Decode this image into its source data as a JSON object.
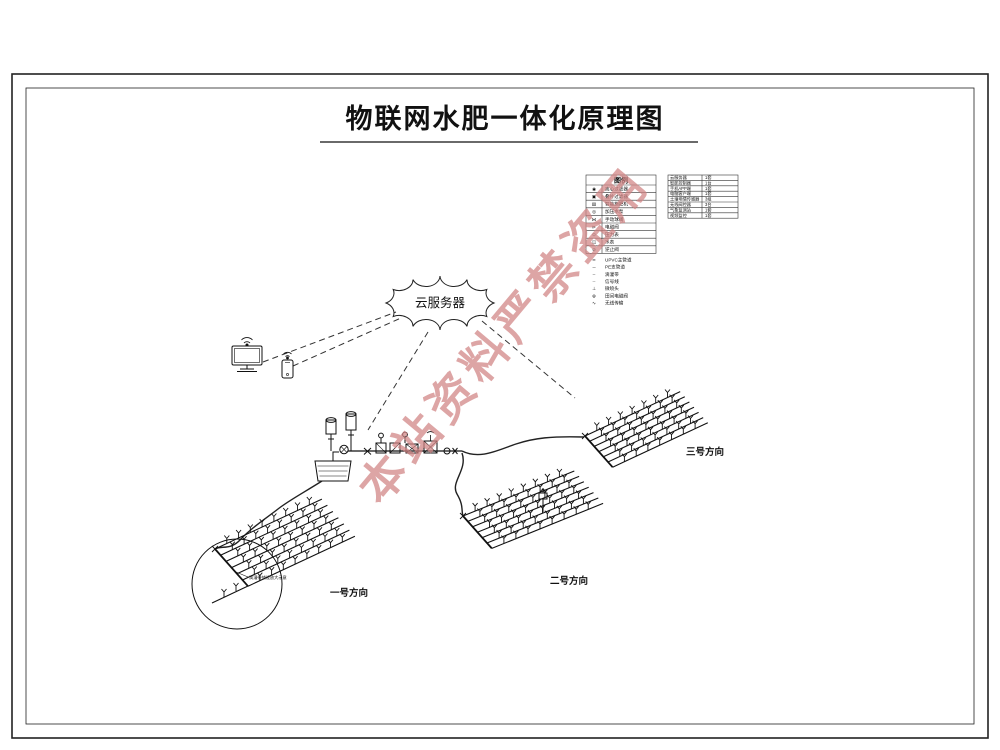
{
  "title": "物联网水肥一体化原理图",
  "watermark": "本站资料严禁盗用",
  "cloud": {
    "label": "云服务器"
  },
  "detail_note": "滴灌带铺设放大示意",
  "legend": {
    "title": "图例",
    "left_rows": [
      {
        "sym": "◉",
        "label": "离心过滤器"
      },
      {
        "sym": "▣",
        "label": "叠片过滤器"
      },
      {
        "sym": "▤",
        "label": "智能施肥机"
      },
      {
        "sym": "◎",
        "label": "加压水泵"
      },
      {
        "sym": "⋈",
        "label": "手动球阀"
      },
      {
        "sym": "⊳",
        "label": "电磁阀"
      },
      {
        "sym": "⊙",
        "label": "压力表"
      },
      {
        "sym": "◫",
        "label": "水表"
      },
      {
        "sym": "⊘",
        "label": "逆止阀"
      }
    ],
    "extra_rows": [
      {
        "sym": "━",
        "label": "UPVC主管道"
      },
      {
        "sym": "─",
        "label": "PE支管道"
      },
      {
        "sym": "┄",
        "label": "滴灌带"
      },
      {
        "sym": "┈",
        "label": "信号线"
      },
      {
        "sym": "⊥",
        "label": "微喷头"
      },
      {
        "sym": "⊕",
        "label": "田间电磁阀"
      },
      {
        "sym": "∿",
        "label": "无线传输"
      }
    ],
    "right_rows": [
      [
        "云服务器",
        "1套"
      ],
      [
        "智能控制器",
        "1台"
      ],
      [
        "手机APP端",
        "1套"
      ],
      [
        "电脑客户端",
        "1套"
      ],
      [
        "土壤墒情传感器",
        "3组"
      ],
      [
        "无线阀控器",
        "3台"
      ],
      [
        "气象监测站",
        "1套"
      ],
      [
        "视频监控",
        "1套"
      ]
    ]
  },
  "fields": [
    {
      "label": "一号方向"
    },
    {
      "label": "二号方向"
    },
    {
      "label": "三号方向"
    }
  ]
}
